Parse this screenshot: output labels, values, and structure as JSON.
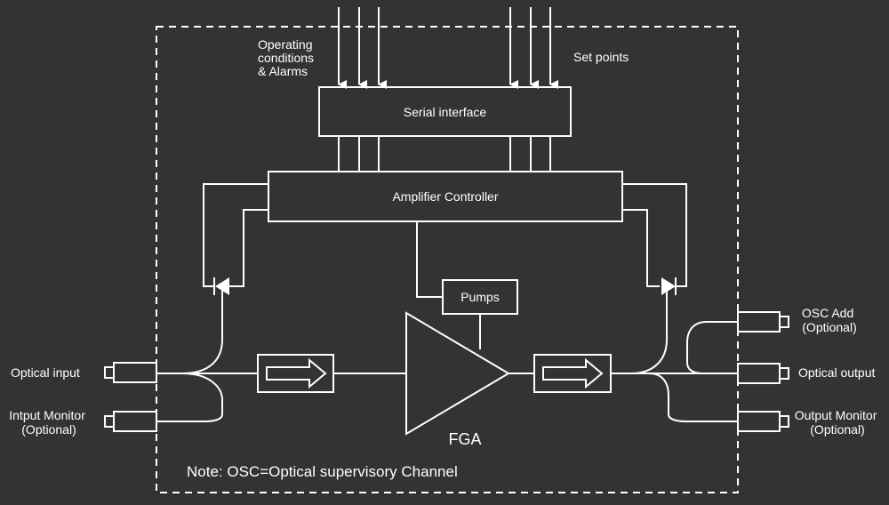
{
  "colors": {
    "background": "#333333",
    "foreground": "#ffffff"
  },
  "labels": {
    "operating": [
      "Operating",
      "conditions",
      "& Alarms"
    ],
    "set_points": "Set points",
    "serial_interface": "Serial interface",
    "amplifier_controller": "Amplifier Controller",
    "pumps": "Pumps",
    "fga": "FGA",
    "optical_input": "Optical input",
    "input_monitor": [
      "Intput Monitor",
      "(Optional)"
    ],
    "osc_add": [
      "OSC Add",
      "(Optional)"
    ],
    "optical_output": "Optical output",
    "output_monitor": [
      "Output Monitor",
      "(Optional)"
    ],
    "note": "Note: OSC=Optical supervisory Channel"
  }
}
